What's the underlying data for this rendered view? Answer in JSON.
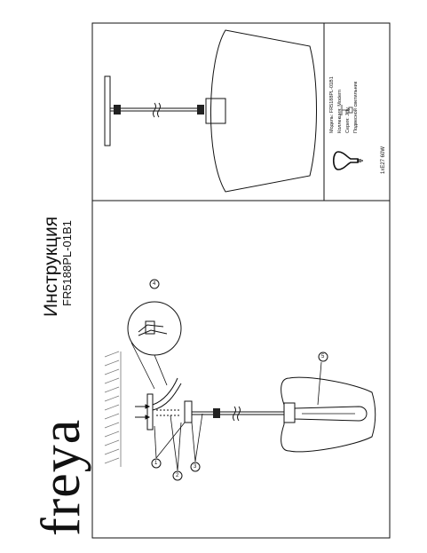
{
  "brand": "freya",
  "header": {
    "title": "Инструкция",
    "model_code": "FR5188PL-01B1"
  },
  "specs": {
    "model_label": "Модель:",
    "model_value": "FR5188PL-01B1",
    "collection_label": "Коллекция:",
    "collection_value": "Modern",
    "series_label": "Серия:",
    "series_value": "Jiffy",
    "type_value": "Подвесной светильник"
  },
  "bulb": {
    "spec": "1xE27 60W"
  },
  "callouts": [
    "1",
    "2",
    "3",
    "4",
    "5"
  ]
}
